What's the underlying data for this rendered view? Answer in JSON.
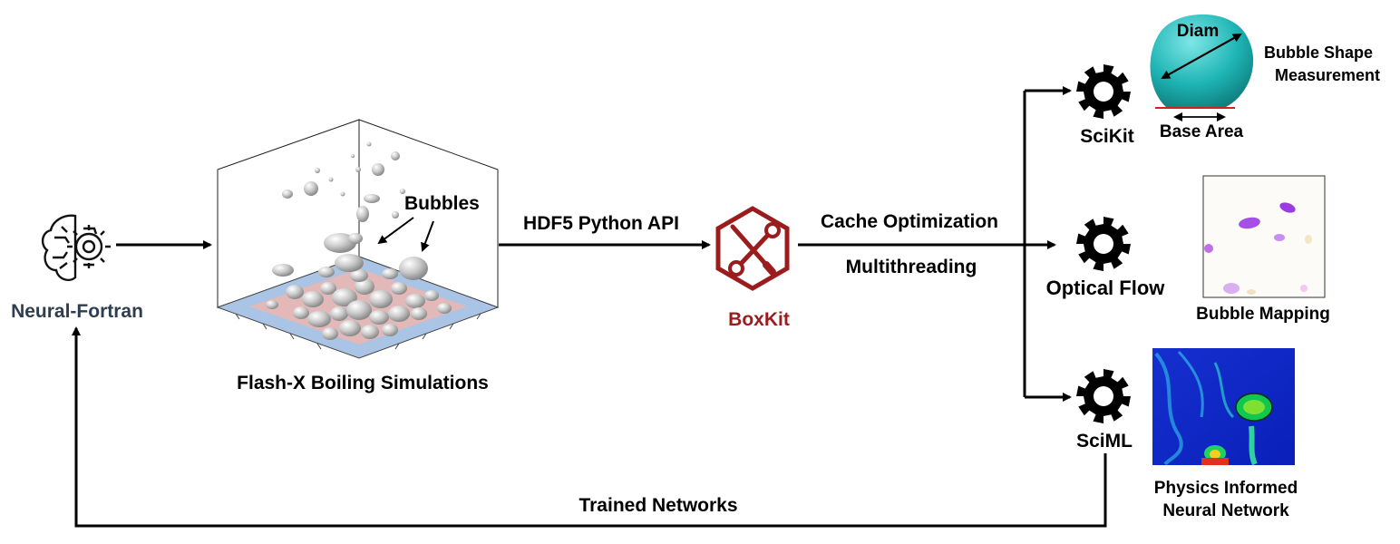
{
  "nodes": {
    "neural_fortran": "Neural-Fortran",
    "flashx": "Flash-X Boiling Simulations",
    "bubbles": "Bubbles",
    "boxkit": "BoxKit",
    "scikit": "SciKit",
    "optical_flow": "Optical Flow",
    "sciml": "SciML"
  },
  "edges": {
    "hdf5": "HDF5 Python API",
    "cache": "Cache Optimization",
    "multithreading": "Multithreading",
    "trained": "Trained Networks"
  },
  "outputs": {
    "diam": "Diam",
    "bubble_shape_1": "Bubble Shape",
    "bubble_shape_2": "Measurement",
    "base_area": "Base Area",
    "bubble_mapping": "Bubble Mapping",
    "pinn_1": "Physics Informed",
    "pinn_2": "Neural Network"
  },
  "colors": {
    "boxkit_red": "#9b1c1c",
    "neural_fortran_text": "#2c3e50",
    "bubble_teal": "#1fb5b5",
    "floor_blue": "#a9c4e4"
  }
}
